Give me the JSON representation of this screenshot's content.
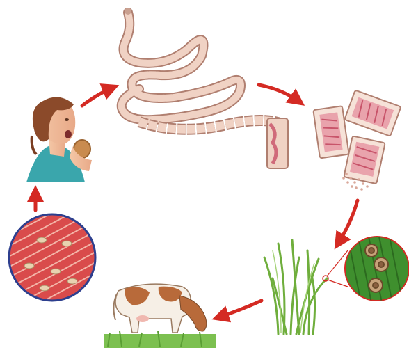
{
  "diagram": {
    "type": "life-cycle",
    "stages": [
      {
        "id": "human",
        "icon": "person-eating-icon"
      },
      {
        "id": "adult-tapeworm",
        "icon": "tapeworm-icon"
      },
      {
        "id": "gravid-proglottids",
        "icon": "proglottid-segments-icon"
      },
      {
        "id": "eggs-on-grass",
        "icon": "grass-with-eggs-icon"
      },
      {
        "id": "cattle",
        "icon": "cow-grazing-icon"
      },
      {
        "id": "cysticerci-in-muscle",
        "icon": "muscle-cysts-icon"
      }
    ],
    "arrow_color": "#d42a23",
    "colors": {
      "worm": "#f0d2c4",
      "worm_outline": "#b07f70",
      "muscle": "#d94b4b",
      "grass": "#6fae3c",
      "cow_patch": "#b86a3a",
      "circle_border": "#2d3f8e"
    }
  }
}
